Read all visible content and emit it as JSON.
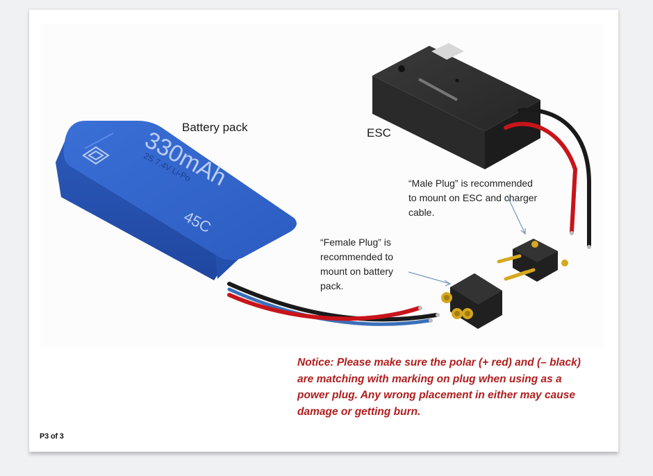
{
  "document": {
    "page_indicator": "P3 of 3"
  },
  "figure": {
    "labels": {
      "battery_pack": "Battery pack",
      "esc": "ESC"
    },
    "battery_markings": {
      "capacity": "330mAh",
      "spec": "2S 7.4V Li-Po",
      "rating": "45C"
    },
    "callouts": {
      "male_plug": [
        "“Male Plug” is recommended",
        "to mount on ESC and charger",
        "cable."
      ],
      "female_plug": [
        "“Female Plug” is",
        "recommended to",
        "mount on battery",
        "pack."
      ]
    },
    "colors": {
      "battery_blue": "#2f5fc4",
      "wire_red": "#c8141b",
      "wire_black": "#1a1a1a",
      "wire_blue": "#3b6fb8",
      "plug_black": "#202020",
      "pin_gold": "#d6a81e",
      "arrow": "#7b9cc0"
    }
  },
  "notice": {
    "lines": [
      "Notice: Please make sure the polar (+ red) and (– black)",
      "are matching with marking on plug when using as a",
      "power plug. Any wrong placement in either may cause",
      "damage or getting burn."
    ],
    "color": "#b01e1e"
  }
}
